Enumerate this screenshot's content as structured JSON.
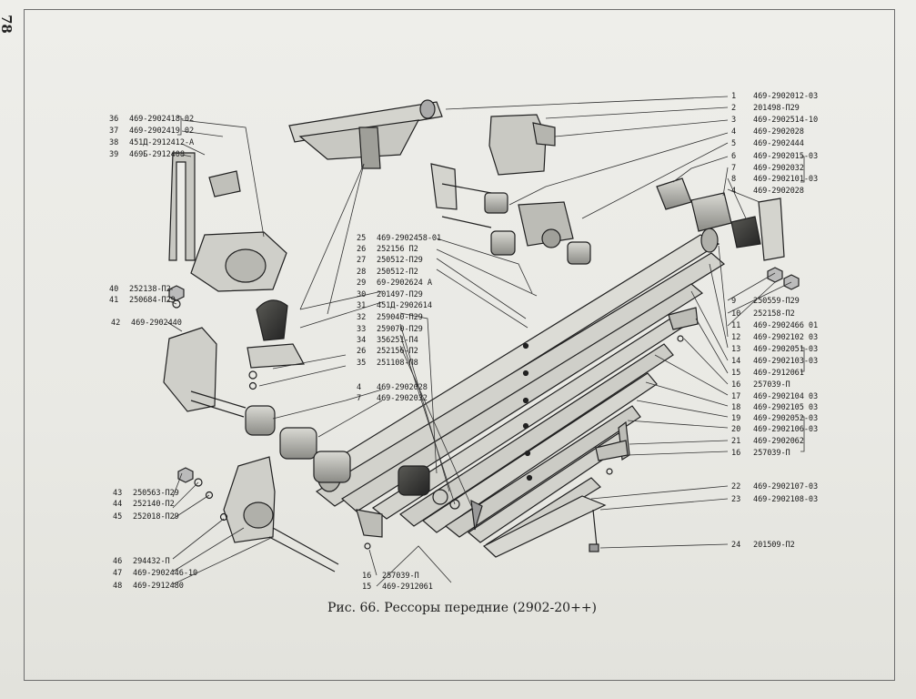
{
  "page_number": "78",
  "caption": "Рис. 66. Рессоры передние (2902-20++)",
  "labels_right": [
    {
      "n": "1",
      "code": "469-2902012-03"
    },
    {
      "n": "2",
      "code": "201498-П29"
    },
    {
      "n": "3",
      "code": "469-2902514-10"
    },
    {
      "n": "4",
      "code": "469-2902028"
    },
    {
      "n": "5",
      "code": "469-2902444"
    },
    {
      "n": "6",
      "code": "469-2902015-03"
    },
    {
      "n": "7",
      "code": "469-2902032"
    },
    {
      "n": "8",
      "code": "469-2902101-03"
    },
    {
      "n": "4",
      "code": "469-2902028"
    },
    {
      "n": "9",
      "code": "250559-П29"
    },
    {
      "n": "10",
      "code": "252158-П2"
    },
    {
      "n": "11",
      "code": "469-2902466 01"
    },
    {
      "n": "12",
      "code": "469-2902102 03"
    },
    {
      "n": "13",
      "code": "469-2902051-03"
    },
    {
      "n": "14",
      "code": "469-2902103-03"
    },
    {
      "n": "15",
      "code": "469-2912061"
    },
    {
      "n": "16",
      "code": "257039-П"
    },
    {
      "n": "17",
      "code": "469-2902104 03"
    },
    {
      "n": "18",
      "code": "469-2902105 03"
    },
    {
      "n": "19",
      "code": "469-2902052-03"
    },
    {
      "n": "20",
      "code": "469-2902106-03"
    },
    {
      "n": "21",
      "code": "469-2902062"
    },
    {
      "n": "16",
      "code": "257039-П"
    },
    {
      "n": "22",
      "code": "469-2902107-03"
    },
    {
      "n": "23",
      "code": "469-2902108-03"
    },
    {
      "n": "24",
      "code": "201509-П2"
    }
  ],
  "labels_left": [
    {
      "n": "36",
      "code": "469-2902418-02"
    },
    {
      "n": "37",
      "code": "469-2902419 02"
    },
    {
      "n": "38",
      "code": "451Д-2912412-А"
    },
    {
      "n": "39",
      "code": "469Б-2912408"
    },
    {
      "n": "40",
      "code": "252138-П2"
    },
    {
      "n": "41",
      "code": "250684-П29"
    },
    {
      "n": "42",
      "code": "469-2902440"
    },
    {
      "n": "43",
      "code": "250563-П29"
    },
    {
      "n": "44",
      "code": "252140-П2"
    },
    {
      "n": "45",
      "code": "252018-П29"
    },
    {
      "n": "46",
      "code": "294432-П"
    },
    {
      "n": "47",
      "code": "469-2902446-10"
    },
    {
      "n": "48",
      "code": "469-2912480"
    }
  ],
  "labels_center": [
    {
      "n": "25",
      "code": "469-2902458-01"
    },
    {
      "n": "26",
      "code": "252156 П2"
    },
    {
      "n": "27",
      "code": "250512-П29"
    },
    {
      "n": "28",
      "code": "250512-П2"
    },
    {
      "n": "29",
      "code": "69-2902624 А"
    },
    {
      "n": "30",
      "code": "201497-П29"
    },
    {
      "n": "31",
      "code": "451Д-2902614"
    },
    {
      "n": "32",
      "code": "259040-П29"
    },
    {
      "n": "33",
      "code": "259070-П29"
    },
    {
      "n": "34",
      "code": "356251-П4"
    },
    {
      "n": "26",
      "code": "252156-П2"
    },
    {
      "n": "35",
      "code": "251108-П8"
    }
  ],
  "labels_mid": [
    {
      "n": "4",
      "code": "469-2902028"
    },
    {
      "n": "7",
      "code": "469-2902032"
    }
  ],
  "labels_bottom": [
    {
      "n": "16",
      "code": "257039-П"
    },
    {
      "n": "15",
      "code": "469-2912061"
    }
  ]
}
